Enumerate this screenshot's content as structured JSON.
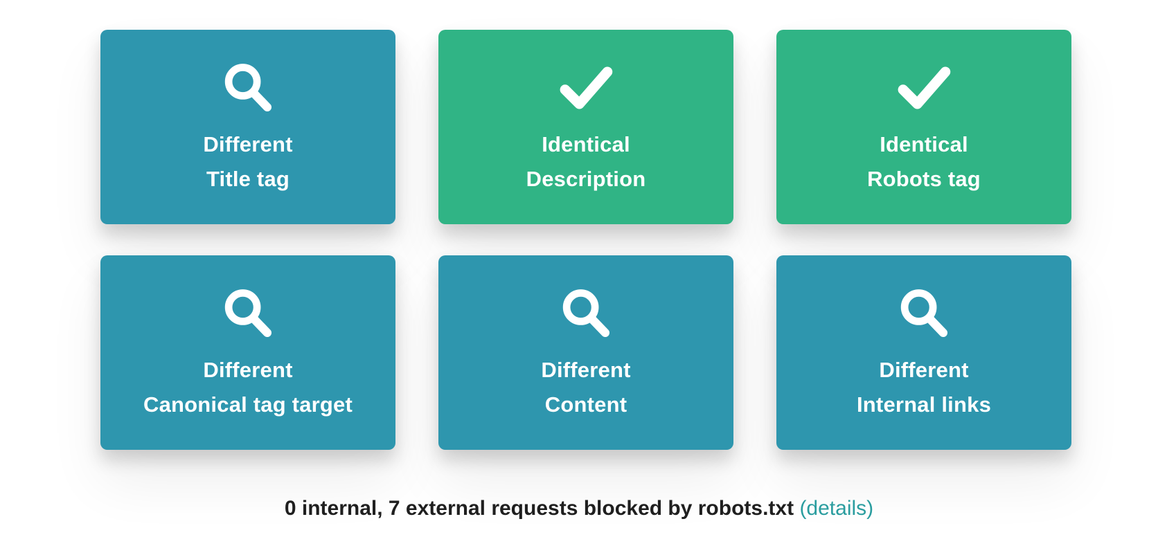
{
  "colors": {
    "card_different_bg": "#2E96AE",
    "card_identical_bg": "#30B485",
    "card_text": "#ffffff",
    "status_text": "#1f1f1f",
    "details_link": "#2A9D9F"
  },
  "cards": [
    {
      "status": "Different",
      "subject": "Title tag",
      "variant": "different",
      "icon": "magnifier-icon"
    },
    {
      "status": "Identical",
      "subject": "Description",
      "variant": "identical",
      "icon": "check-icon"
    },
    {
      "status": "Identical",
      "subject": "Robots tag",
      "variant": "identical",
      "icon": "check-icon"
    },
    {
      "status": "Different",
      "subject": "Canonical tag target",
      "variant": "different",
      "icon": "magnifier-icon"
    },
    {
      "status": "Different",
      "subject": "Content",
      "variant": "different",
      "icon": "magnifier-icon"
    },
    {
      "status": "Different",
      "subject": "Internal links",
      "variant": "different",
      "icon": "magnifier-icon"
    }
  ],
  "status_bar": {
    "text": "0 internal, 7 external requests blocked by robots.txt",
    "link_label": "(details)"
  }
}
